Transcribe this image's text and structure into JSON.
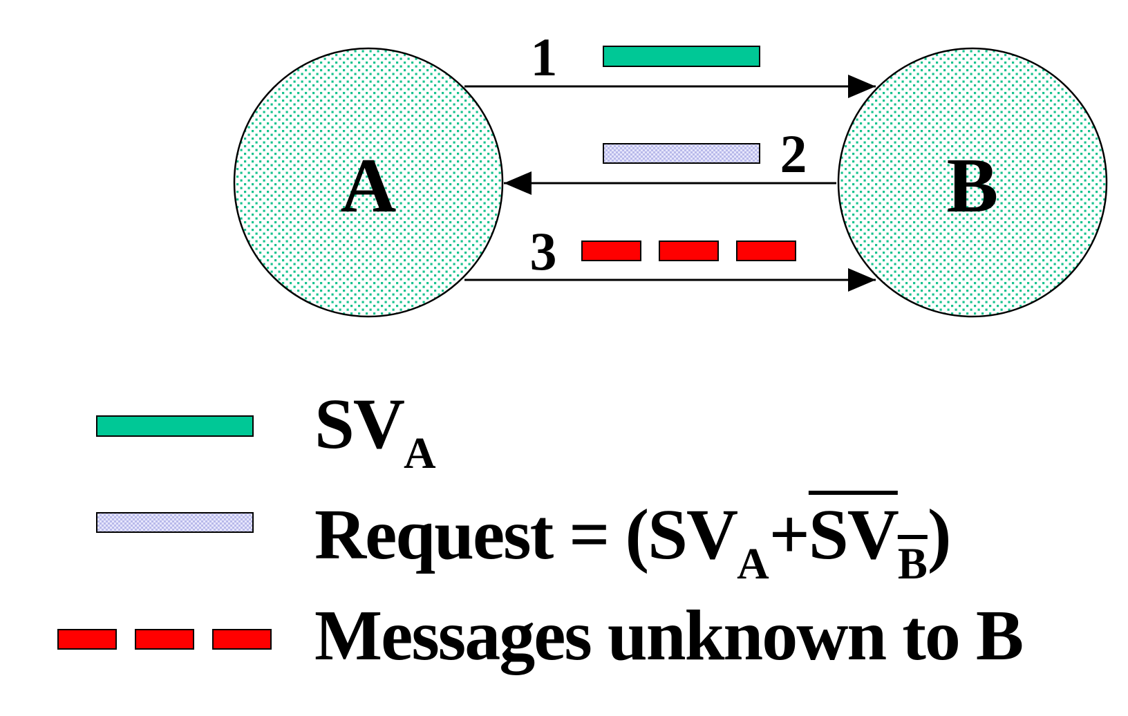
{
  "nodes": {
    "a_label": "A",
    "b_label": "B"
  },
  "steps": {
    "step1": "1",
    "step2": "2",
    "step3": "3"
  },
  "legend": {
    "sv": {
      "main": "SV",
      "sub": "A"
    },
    "request": {
      "prefix": "Request = (",
      "sva_main": "SV",
      "sva_sub": "A",
      "plus": "+",
      "svb_main": "SV",
      "svb_sub": "B",
      "suffix": ")"
    },
    "messages": "Messages unknown to B"
  },
  "colors": {
    "node_fill_dots": "#19c38f",
    "sv_bar": "#00c896",
    "request_bar": "#cfd0f4",
    "message_bar": "#ff0000",
    "stroke": "#000000"
  }
}
